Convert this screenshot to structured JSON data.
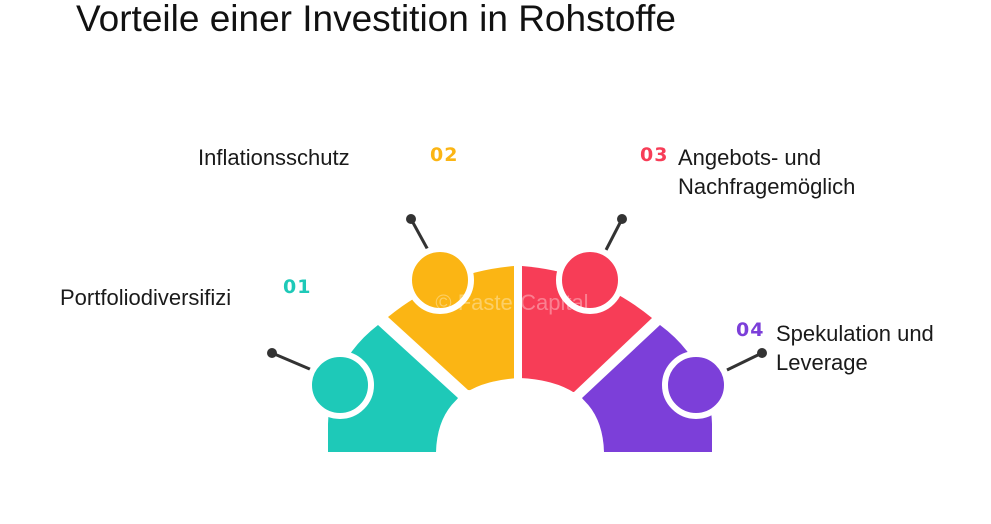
{
  "title": "Vorteile einer Investition in Rohstoffe",
  "watermark": "© FasterCapital",
  "segments": [
    {
      "number": "01",
      "label_lines": [
        "Portfoliodiversifizi"
      ],
      "color": "#1ec9b8"
    },
    {
      "number": "02",
      "label_lines": [
        "Inflationsschutz"
      ],
      "color": "#fbb514"
    },
    {
      "number": "03",
      "label_lines": [
        "Angebots- und",
        "Nachfragemöglich"
      ],
      "color": "#f73d57"
    },
    {
      "number": "04",
      "label_lines": [
        "Spekulation und",
        "Leverage"
      ],
      "color": "#7c3fd9"
    }
  ]
}
